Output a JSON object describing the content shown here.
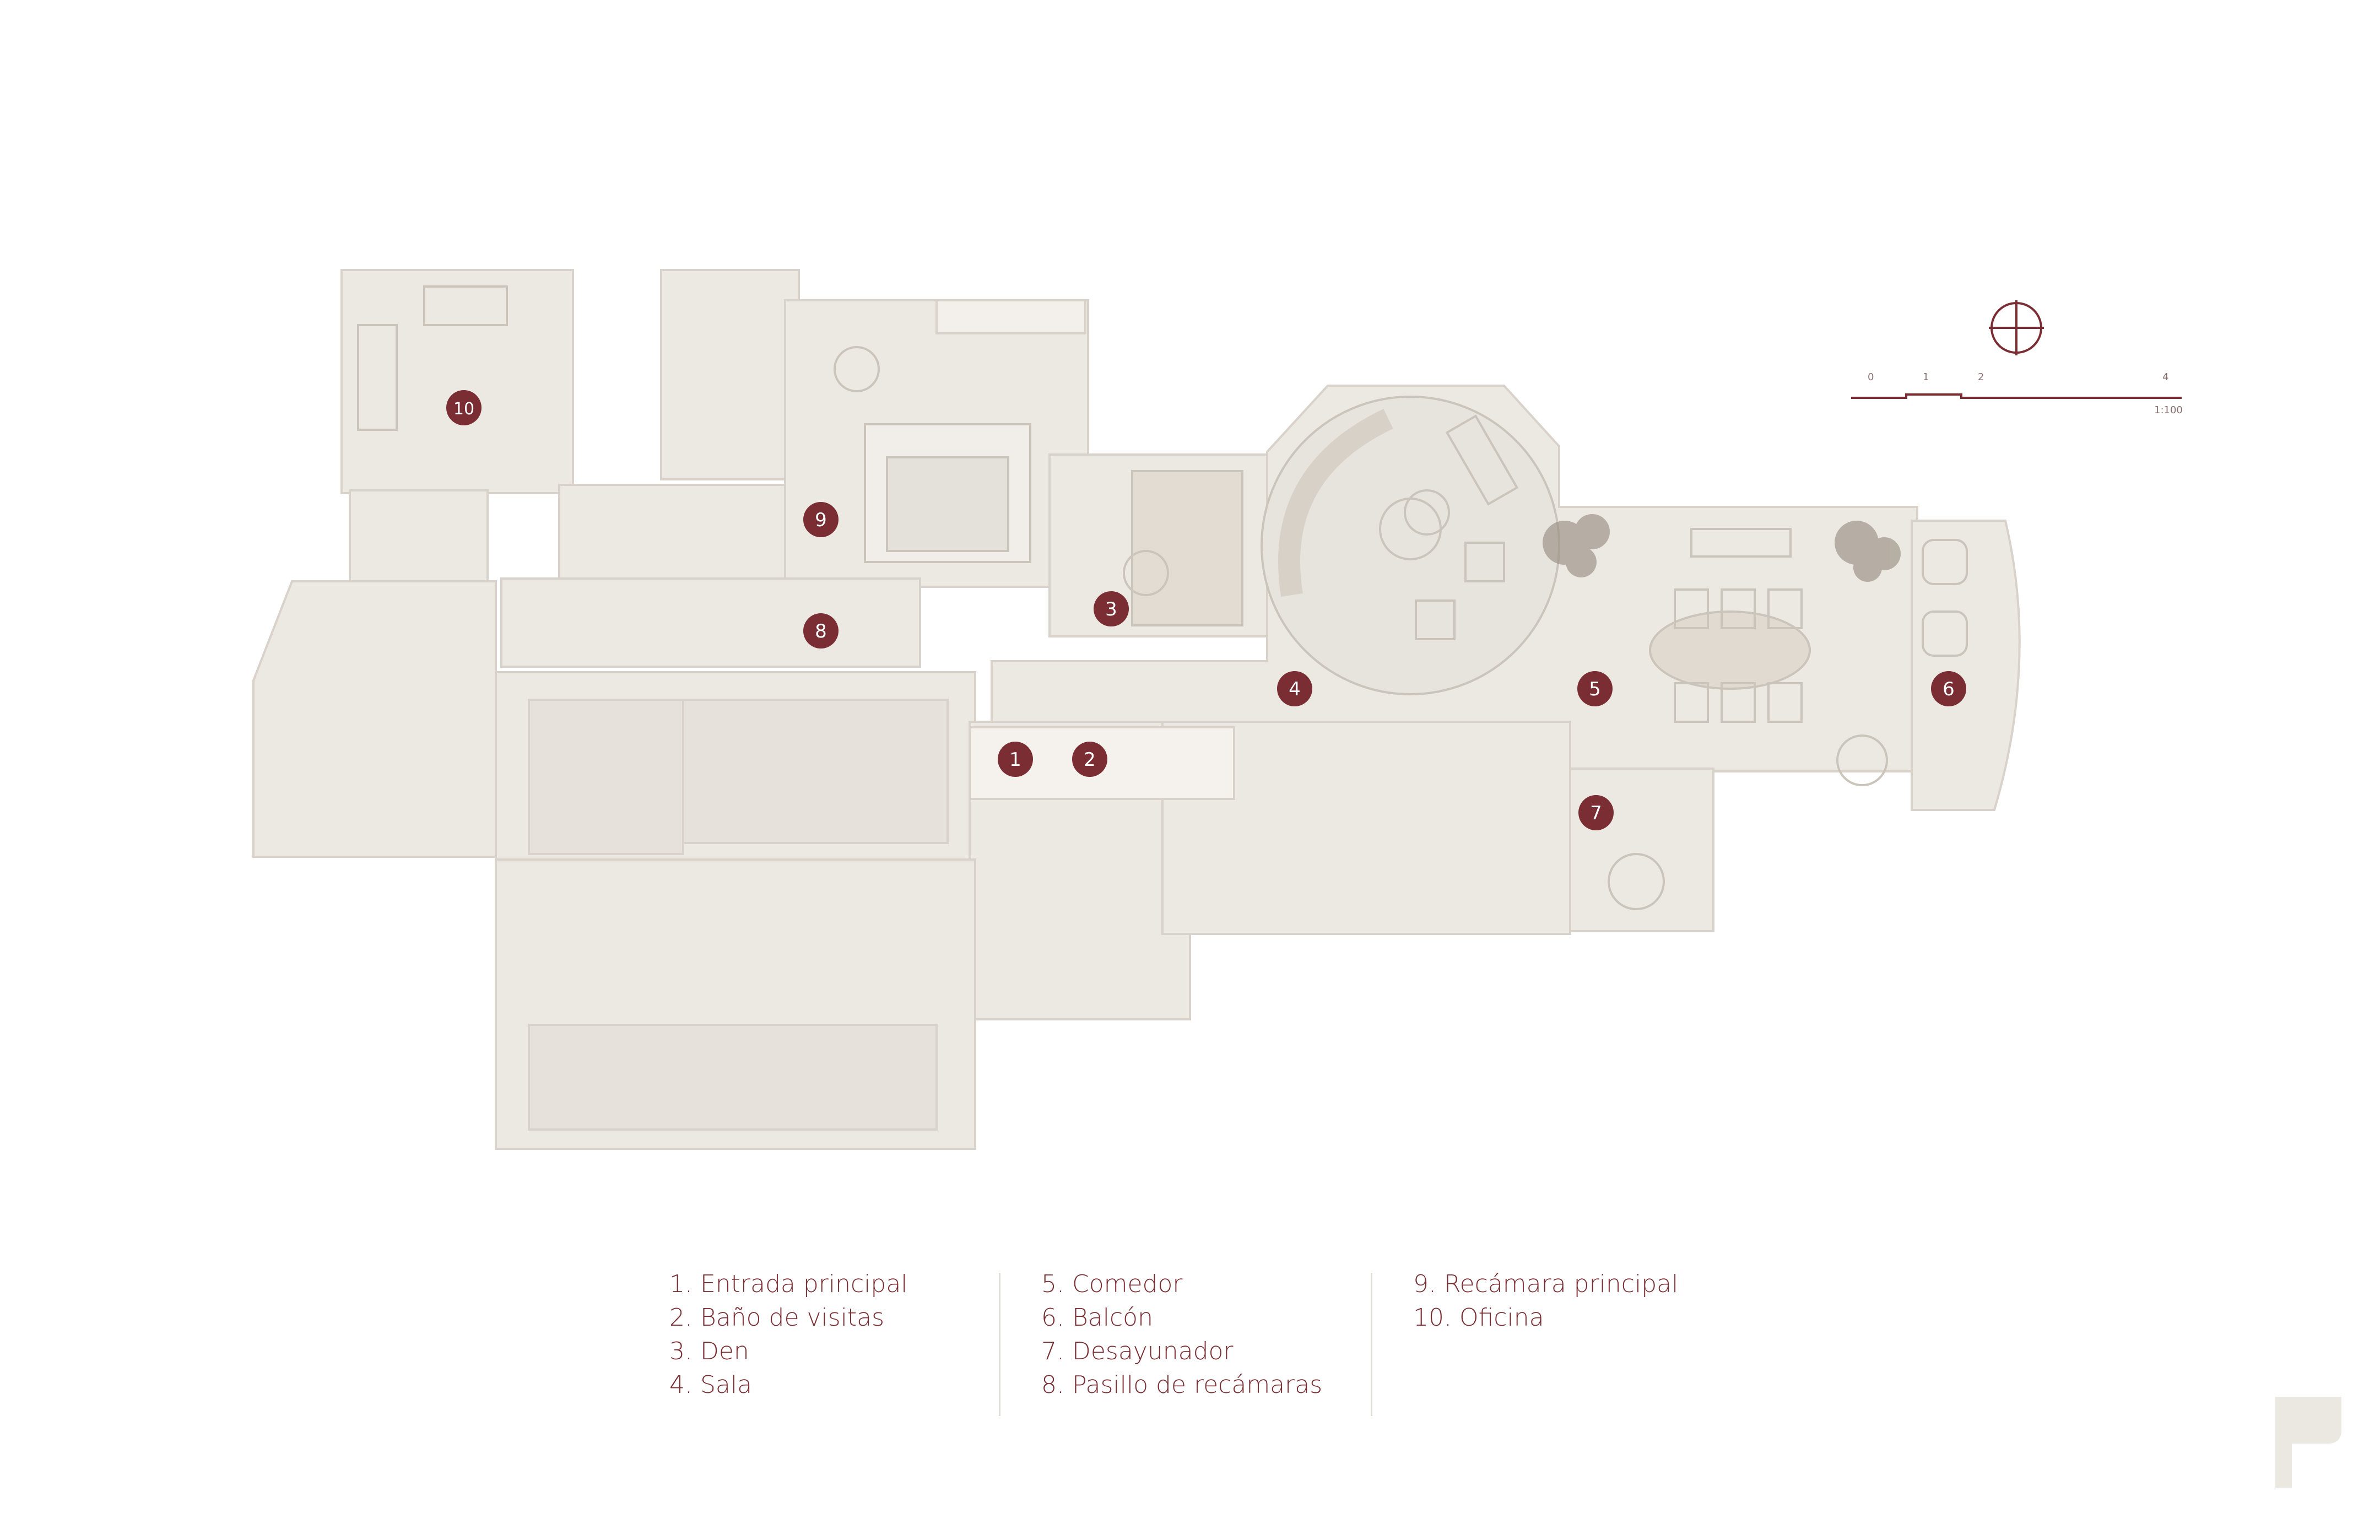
{
  "scale": {
    "ticks": [
      "0",
      "1",
      "2",
      "4"
    ],
    "ratio": "1:100"
  },
  "markers": [
    "1",
    "2",
    "3",
    "4",
    "5",
    "6",
    "7",
    "8",
    "9",
    "10"
  ],
  "legend": {
    "col1": [
      "1. Entrada principal",
      "2. Baño de visitas",
      "3. Den",
      "4. Sala"
    ],
    "col2": [
      "5. Comedor",
      "6. Balcón",
      "7. Desayunador",
      "8. Pasillo de recámaras"
    ],
    "col3": [
      "9. Recámara principal",
      "10. Oficina"
    ]
  },
  "colors": {
    "accent": "#7a2e33",
    "floor": "#ece8e2",
    "wall": "#d8d2ca",
    "background": "#ffffff"
  },
  "icons": [
    "north-arrow-icon",
    "brand-logo-icon"
  ]
}
